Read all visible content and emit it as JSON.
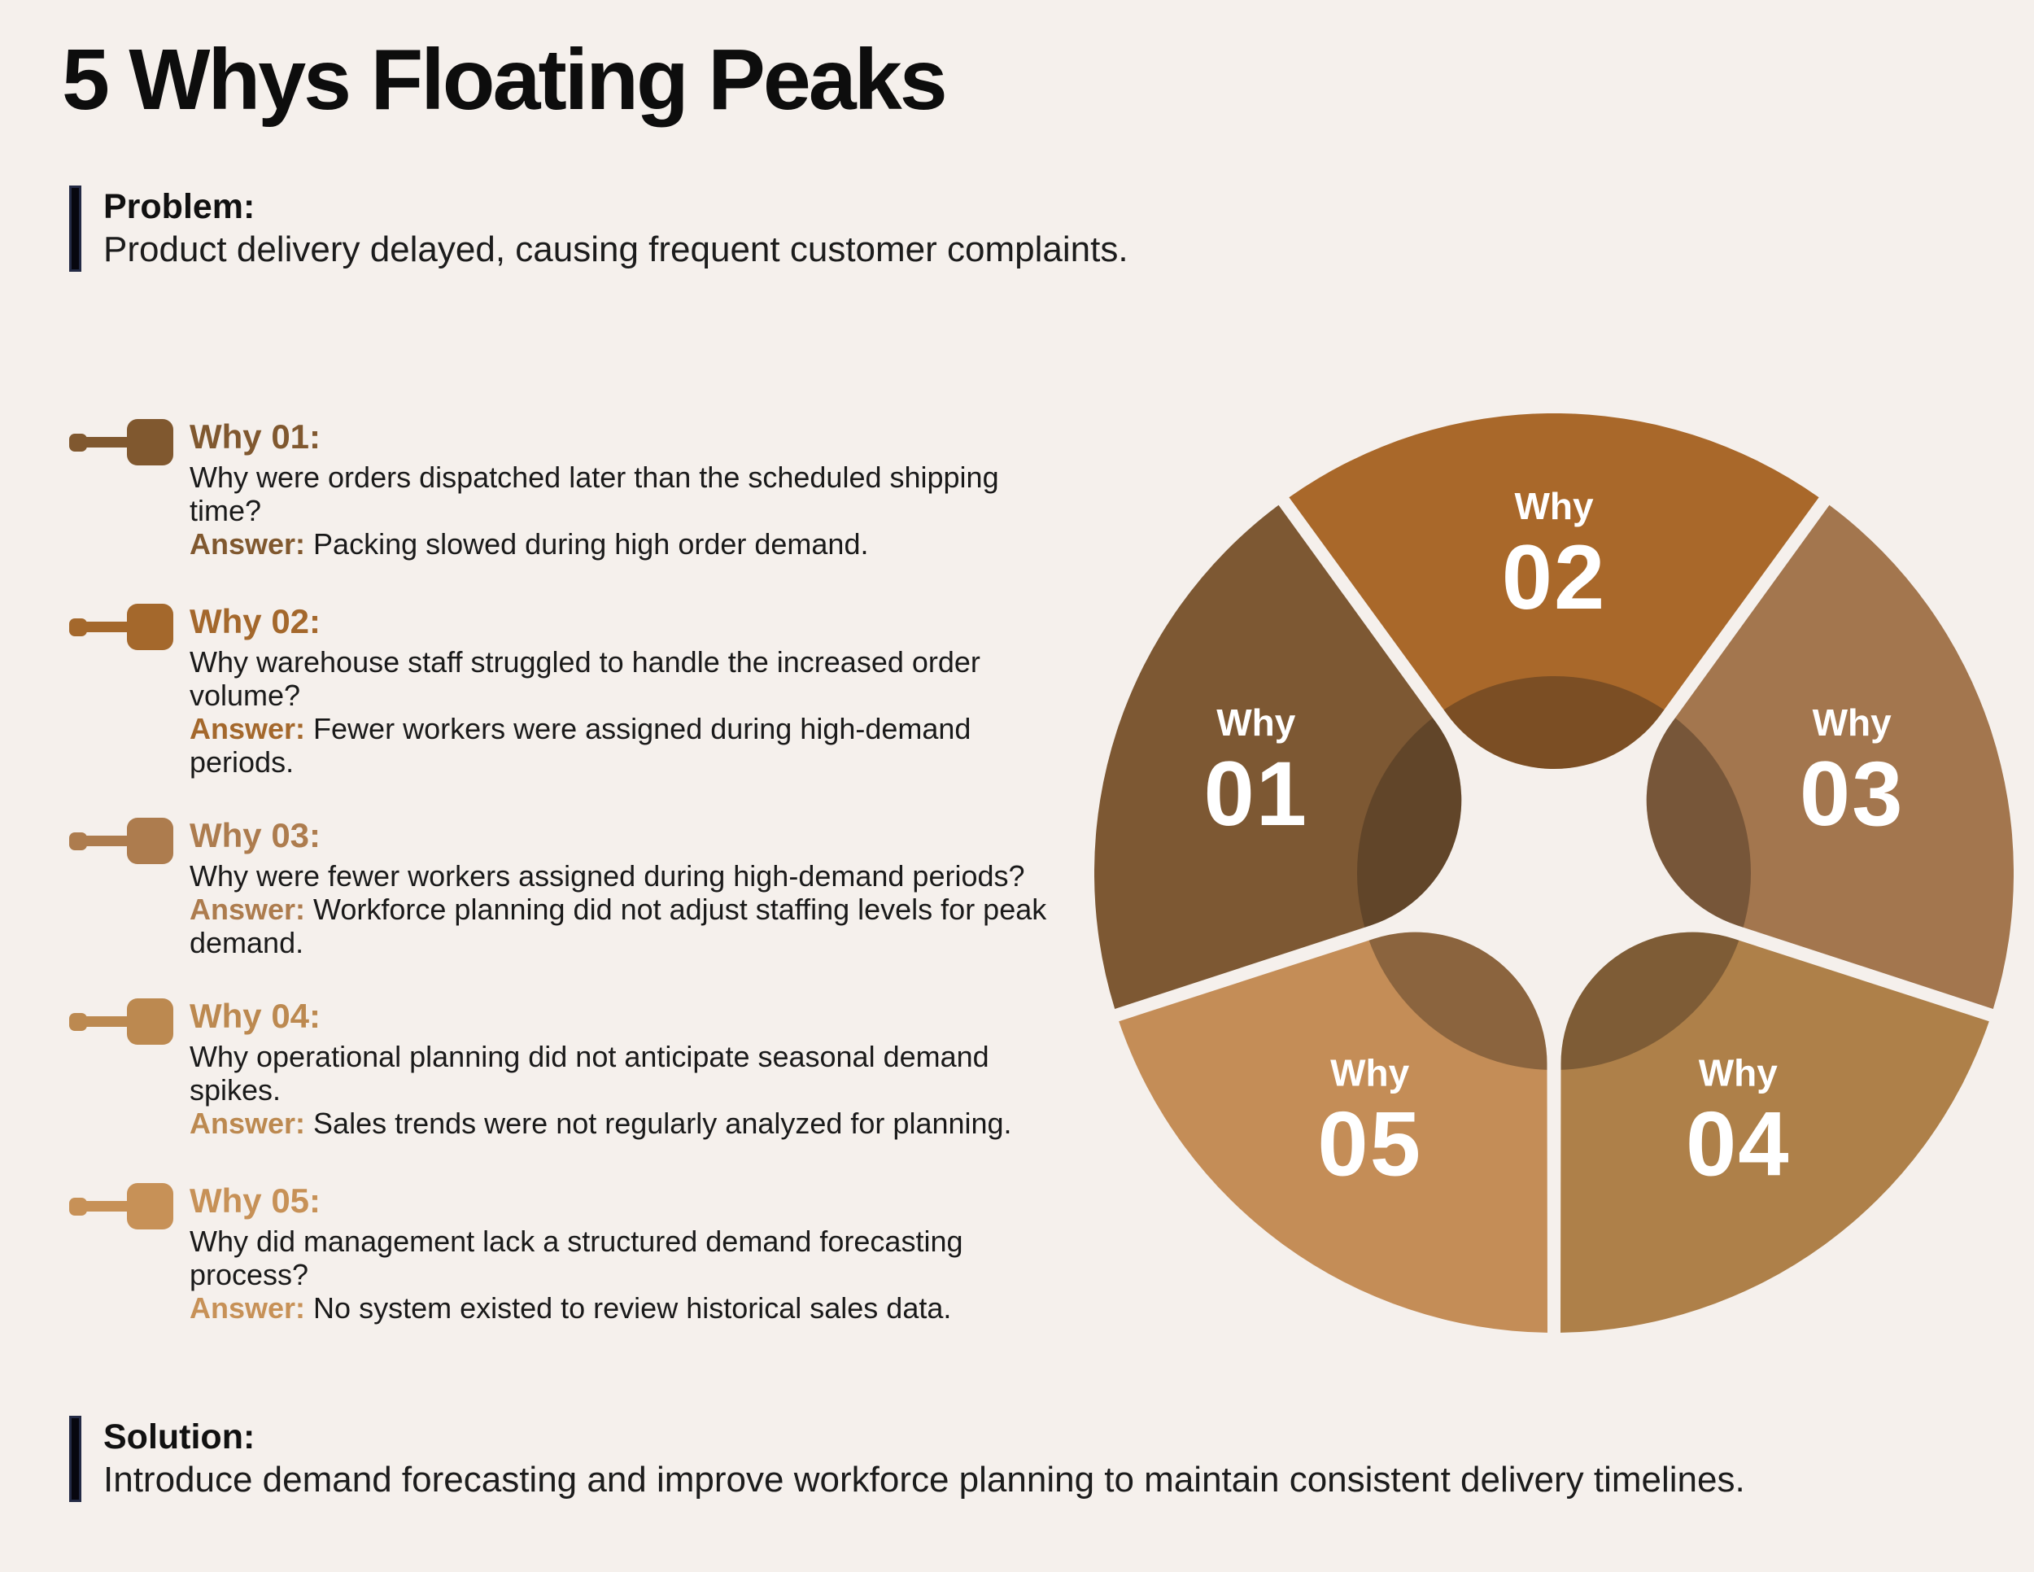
{
  "title": "5 Whys Floating Peaks",
  "problem": {
    "label": "Problem:",
    "text": "Product delivery delayed, causing frequent customer complaints."
  },
  "solution": {
    "label": "Solution:",
    "text": "Introduce demand forecasting and improve workforce planning to maintain consistent delivery timelines."
  },
  "whys": [
    {
      "label": "Why 01:",
      "question": "Why were orders dispatched later than the scheduled shipping time?",
      "answer_label": "Answer:",
      "answer": "Packing slowed during high order demand.",
      "color": "#80582f"
    },
    {
      "label": "Why 02:",
      "question": "Why warehouse staff struggled to handle the increased order volume?",
      "answer_label": "Answer:",
      "answer": "Fewer workers were assigned during high-demand periods.",
      "color": "#a4682c"
    },
    {
      "label": "Why 03:",
      "question": "Why were fewer workers assigned during high-demand periods?",
      "answer_label": "Answer:",
      "answer": "Workforce planning did not adjust staffing levels for peak demand.",
      "color": "#ad7c4e"
    },
    {
      "label": "Why 04:",
      "question": "Why operational planning did not anticipate seasonal demand spikes.",
      "answer_label": "Answer:",
      "answer": "Sales trends were not regularly analyzed for planning.",
      "color": "#bc8950"
    },
    {
      "label": "Why 05:",
      "question": "Why did management lack a structured demand forecasting process?",
      "answer_label": "Answer:",
      "answer": "No system existed to review historical sales data.",
      "color": "#c79157"
    }
  ],
  "diagram": {
    "background": "#f5f0ec",
    "label_color": "#ffffff",
    "overlay_color": "#3b2c1c",
    "overlay_opacity": 0.42,
    "segments": [
      {
        "word": "Why",
        "number": "01",
        "color": "#7d5833",
        "bisector_deg": 198
      },
      {
        "word": "Why",
        "number": "02",
        "color": "#a9682a",
        "bisector_deg": 270
      },
      {
        "word": "Why",
        "number": "03",
        "color": "#a3764e",
        "bisector_deg": 342
      },
      {
        "word": "Why",
        "number": "04",
        "color": "#ae8049",
        "bisector_deg": 54
      },
      {
        "word": "Why",
        "number": "05",
        "color": "#c48d57",
        "bisector_deg": 126
      }
    ]
  }
}
